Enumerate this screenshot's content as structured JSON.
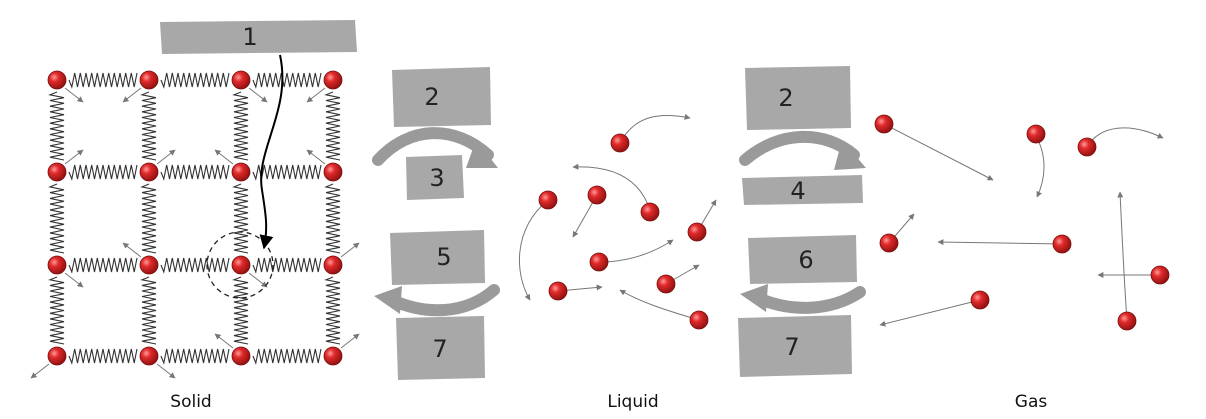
{
  "boxes": {
    "b1": "1",
    "b2_left": "2",
    "b3": "3",
    "b5": "5",
    "b7_left": "7",
    "b2_right": "2",
    "b4": "4",
    "b6": "6",
    "b7_right": "7"
  },
  "states": {
    "solid": "Solid",
    "liquid": "Liquid",
    "gas": "Gas"
  },
  "colors": {
    "particle": "#d92626",
    "particle_edge": "#8e1010",
    "box_fill": "#a8a8a8",
    "cycle_arrow": "#9a9a9a",
    "motion_arrow": "#777777",
    "spring": "#333333"
  }
}
